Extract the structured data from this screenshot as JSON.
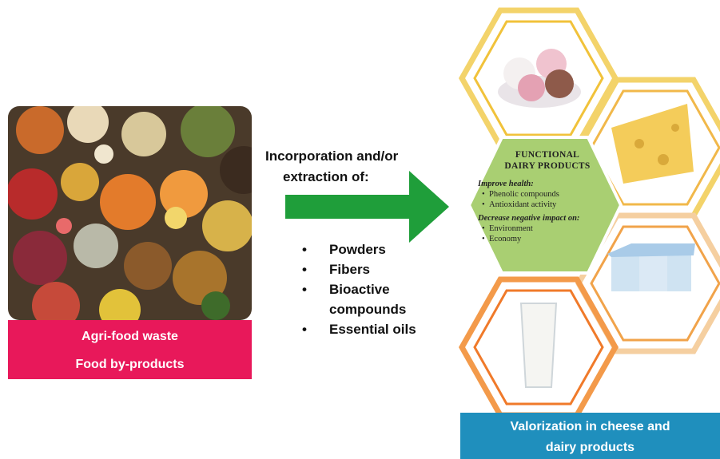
{
  "left_box": {
    "line1": "Agri-food waste",
    "line2": "Food by-products",
    "color": "#e8185a"
  },
  "process": {
    "line1": "Incorporation and/or",
    "line2": "extraction of:",
    "arrow_color": "#1f9e3a",
    "items": [
      "Powders",
      "Fibers",
      "Bioactive",
      "compounds",
      "Essential oils"
    ]
  },
  "center_hex": {
    "title_line1": "FUNCTIONAL",
    "title_line2": "DAIRY PRODUCTS",
    "health_heading": "Improve health:",
    "health_items": [
      "Phenolic compounds",
      "Antioxidant activity"
    ],
    "impact_heading": "Decrease negative impact on:",
    "impact_items": [
      "Environment",
      "Economy"
    ],
    "fill_color": "#a9cf72"
  },
  "right_box": {
    "line1": "Valorization in cheese and",
    "line2": "dairy products",
    "color": "#1f8fbd"
  }
}
